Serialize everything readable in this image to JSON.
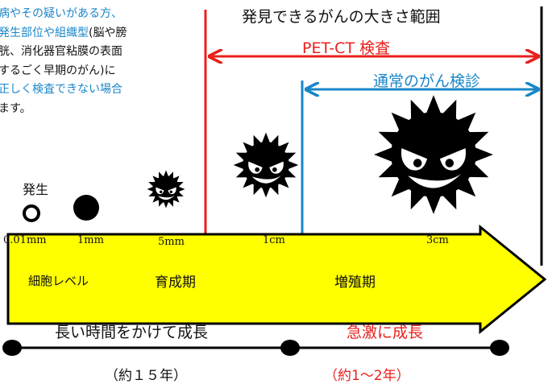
{
  "note": {
    "lines": [
      {
        "segments": [
          {
            "text": "病やその疑いがある方、",
            "color": "#1a86c8"
          }
        ]
      },
      {
        "segments": [
          {
            "text": "発生部位や組織型",
            "color": "#1a86c8"
          },
          {
            "text": "(脳や膀",
            "color": "#111111"
          }
        ]
      },
      {
        "segments": [
          {
            "text": "胱、消化器官粘膜の表面",
            "color": "#111111"
          }
        ]
      },
      {
        "segments": [
          {
            "text": "するごく早期のがん)に",
            "color": "#111111"
          }
        ]
      },
      {
        "segments": [
          {
            "text": "正しく検査できない場合",
            "color": "#1a86c8"
          }
        ]
      },
      {
        "segments": [
          {
            "text": "ます。",
            "color": "#111111"
          }
        ]
      }
    ]
  },
  "title": "発見できるがんの大きさ範囲",
  "pet_ct_label": "PET-CT 検査",
  "regular_exam_label": "通常のがん検診",
  "onset_label": "発生",
  "sizes": [
    "0.01mm",
    "1mm",
    "5mm",
    "1cm",
    "3cm"
  ],
  "arrow": {
    "cell_level": "細胞レベル",
    "growth_phase": "育成期",
    "proliferation_phase": "増殖期",
    "fill_color": "#ffff00"
  },
  "timeline": {
    "long_time": "長い時間をかけて成長",
    "rapid": "急激に成長",
    "duration_1": "（約１５年）",
    "duration_2": "（約1～2年）"
  },
  "colors": {
    "red": "#e8201c",
    "blue": "#1a86c8",
    "black": "#000000"
  },
  "icons": [
    "cancer-cell-icon"
  ]
}
